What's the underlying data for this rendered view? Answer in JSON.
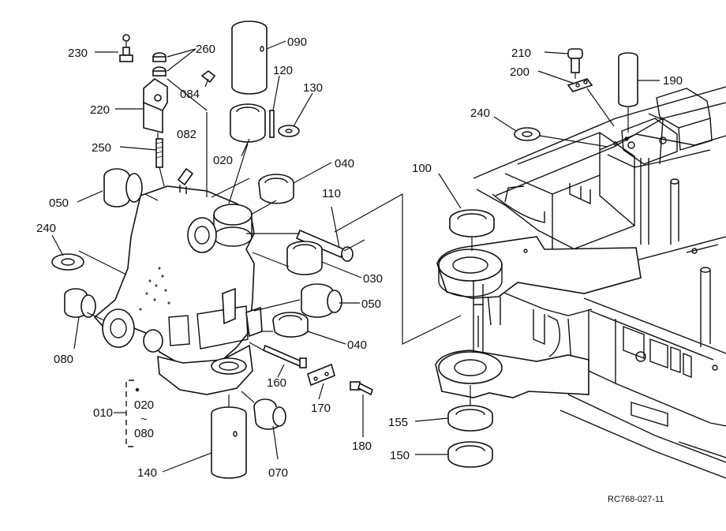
{
  "diagram": {
    "reference_code": "RC768-027-11",
    "parts": {
      "p230": "230",
      "p260": "260",
      "p090": "090",
      "p084": "084",
      "p120": "120",
      "p130": "130",
      "p220": "220",
      "p082": "082",
      "p250": "250",
      "p020": "020",
      "p040a": "040",
      "p050a": "050",
      "p110": "110",
      "p240a": "240",
      "p030": "030",
      "p050b": "050",
      "p040b": "040",
      "p080": "080",
      "p160": "160",
      "p010": "010",
      "p020b": "020",
      "p080b": "080",
      "p170": "170",
      "p180": "180",
      "p140": "140",
      "p070": "070",
      "p210": "210",
      "p200": "200",
      "p190": "190",
      "p240b": "240",
      "p100": "100",
      "p155": "155",
      "p150": "150"
    },
    "range_symbol": "~"
  }
}
